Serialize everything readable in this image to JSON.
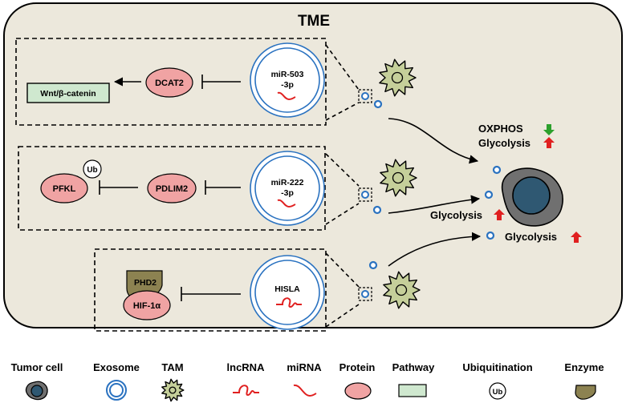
{
  "title": "TME",
  "panels": [
    {
      "carrier": [
        "miR-503",
        "-3p"
      ],
      "protein": "DCAT2",
      "target": "Wnt/β-catenin",
      "target_kind": "pathway"
    },
    {
      "carrier": [
        "miR-222",
        "-3p"
      ],
      "protein": "PDLIM2",
      "target": "PFKL",
      "target_mark": "Ub",
      "target_kind": "protein"
    },
    {
      "carrier": [
        "HISLA"
      ],
      "protein": "HIF-1α",
      "enzyme": "PHD2",
      "target_kind": "enzyme"
    }
  ],
  "effects": {
    "oxphos": "OXPHOS",
    "glycolysis": "Glycolysis",
    "oxphos_direction": "down",
    "glycolysis_direction": "up"
  },
  "legend": [
    {
      "label": "Tumor cell",
      "icon": "tumor-cell-icon"
    },
    {
      "label": "Exosome",
      "icon": "exosome-icon"
    },
    {
      "label": "TAM",
      "icon": "tam-icon"
    },
    {
      "label": "lncRNA",
      "icon": "lncrna-icon"
    },
    {
      "label": "miRNA",
      "icon": "mirna-icon"
    },
    {
      "label": "Protein",
      "icon": "protein-icon"
    },
    {
      "label": "Pathway",
      "icon": "pathway-icon"
    },
    {
      "label": "Ubiquitination",
      "icon": "ubiquitination-icon"
    },
    {
      "label": "Enzyme",
      "icon": "enzyme-icon"
    }
  ],
  "colors": {
    "background": "#ece8dc",
    "protein": "#f0a3a3",
    "pathway": "#cfe8cf",
    "exosome": "#2a72c0",
    "tam": "#c5cf9a",
    "tumor_outer": "#707070",
    "tumor_inner": "#2f5872",
    "enzyme": "#8c8251",
    "rna": "#e02020",
    "up_arrow": "#e02020",
    "down_arrow": "#2ca02c"
  }
}
